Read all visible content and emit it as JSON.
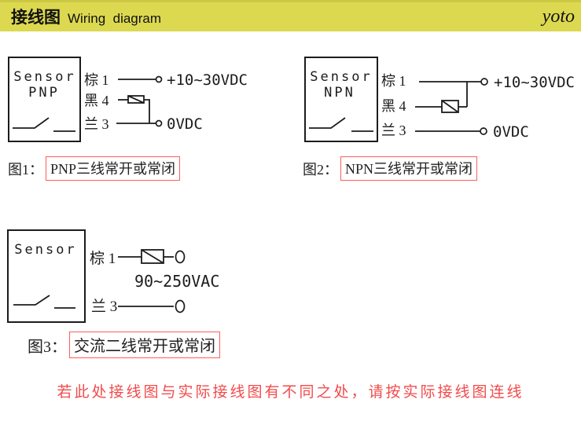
{
  "header": {
    "title_cn": "接线图",
    "title_en": "Wiring  diagram",
    "brand": "yoto"
  },
  "colors": {
    "header_bg": "#dcd951",
    "line": "#1c1c1c",
    "caption_box_red": "#ff5c5c",
    "warning_red": "#f24b4b"
  },
  "diagrams": [
    {
      "name": "Sensor",
      "type_label": "PNP",
      "pins": [
        {
          "label": "棕 1",
          "terminal": "+10~30VDC"
        },
        {
          "label": "黑 4",
          "terminal": ""
        },
        {
          "label": "兰 3",
          "terminal": "0VDC"
        }
      ],
      "caption_prefix": "图1：",
      "caption_boxed": "PNP三线常开或常闭"
    },
    {
      "name": "Sensor",
      "type_label": "NPN",
      "pins": [
        {
          "label": "棕 1",
          "terminal": "+10~30VDC"
        },
        {
          "label": "黑 4",
          "terminal": ""
        },
        {
          "label": "兰 3",
          "terminal": "0VDC"
        }
      ],
      "caption_prefix": "图2：",
      "caption_boxed": "NPN三线常开或常闭"
    },
    {
      "name": "Sensor",
      "type_label": "",
      "pins": [
        {
          "label": "棕 1",
          "terminal": ""
        },
        {
          "label": "兰 3",
          "terminal": ""
        }
      ],
      "voltage": "90~250VAC",
      "caption_prefix": "图3：",
      "caption_boxed": "交流二线常开或常闭"
    }
  ],
  "warning": "若此处接线图与实际接线图有不同之处，请按实际接线图连线"
}
